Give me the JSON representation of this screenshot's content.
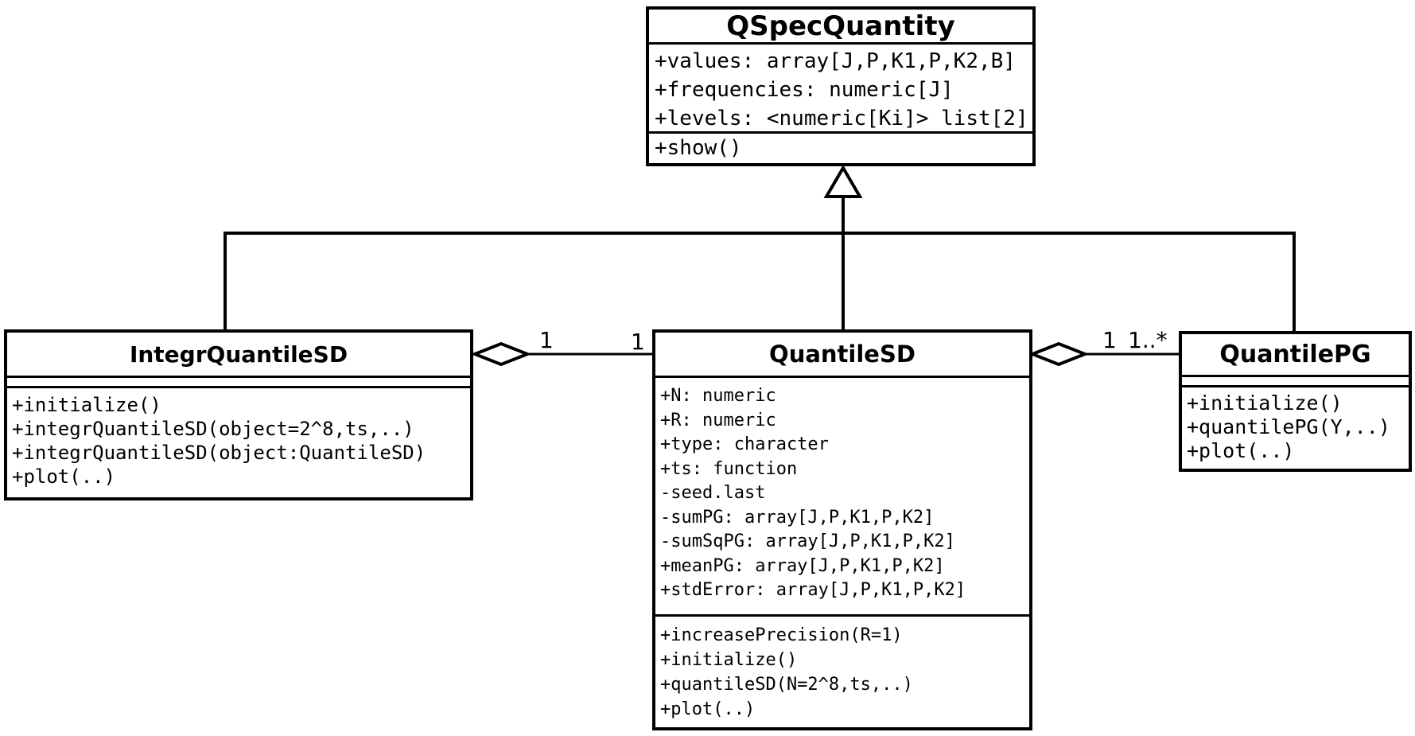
{
  "diagram": {
    "type": "uml-class-diagram",
    "colors": {
      "line": "#000000",
      "background": "#ffffff",
      "text": "#000000"
    },
    "classes": {
      "qspec": {
        "name": "QSpecQuantity",
        "attributes": [
          "+values: array[J,P,K1,P,K2,B]",
          "+frequencies: numeric[J]",
          "+levels: <numeric[Ki]> list[2]"
        ],
        "methods": [
          "+show()"
        ]
      },
      "integr": {
        "name": "IntegrQuantileSD",
        "attributes": [],
        "methods": [
          "+initialize()",
          "+integrQuantileSD(object=2^8,ts,..)",
          "+integrQuantileSD(object:QuantileSD)",
          "+plot(..)"
        ]
      },
      "sd": {
        "name": "QuantileSD",
        "attributes": [
          "+N: numeric",
          "+R: numeric",
          "+type: character",
          "+ts: function",
          "-seed.last",
          "-sumPG: array[J,P,K1,P,K2]",
          "-sumSqPG: array[J,P,K1,P,K2]",
          "+meanPG: array[J,P,K1,P,K2]",
          "+stdError: array[J,P,K1,P,K2]"
        ],
        "methods": [
          "+increasePrecision(R=1)",
          "+initialize()",
          "+quantileSD(N=2^8,ts,..)",
          "+plot(..)"
        ]
      },
      "pg": {
        "name": "QuantilePG",
        "attributes": [],
        "methods": [
          "+initialize()",
          "+quantilePG(Y,..)",
          "+plot(..)"
        ]
      }
    },
    "relations": {
      "generalization": {
        "parent": "QSpecQuantity",
        "children": [
          "IntegrQuantileSD",
          "QuantileSD",
          "QuantilePG"
        ]
      },
      "aggregation_integr_sd": {
        "owner": "IntegrQuantileSD",
        "part": "QuantileSD",
        "labels": [
          "1",
          "1"
        ]
      },
      "aggregation_sd_pg": {
        "owner": "QuantileSD",
        "part": "QuantilePG",
        "labels": [
          "1",
          "1..*"
        ]
      }
    }
  }
}
